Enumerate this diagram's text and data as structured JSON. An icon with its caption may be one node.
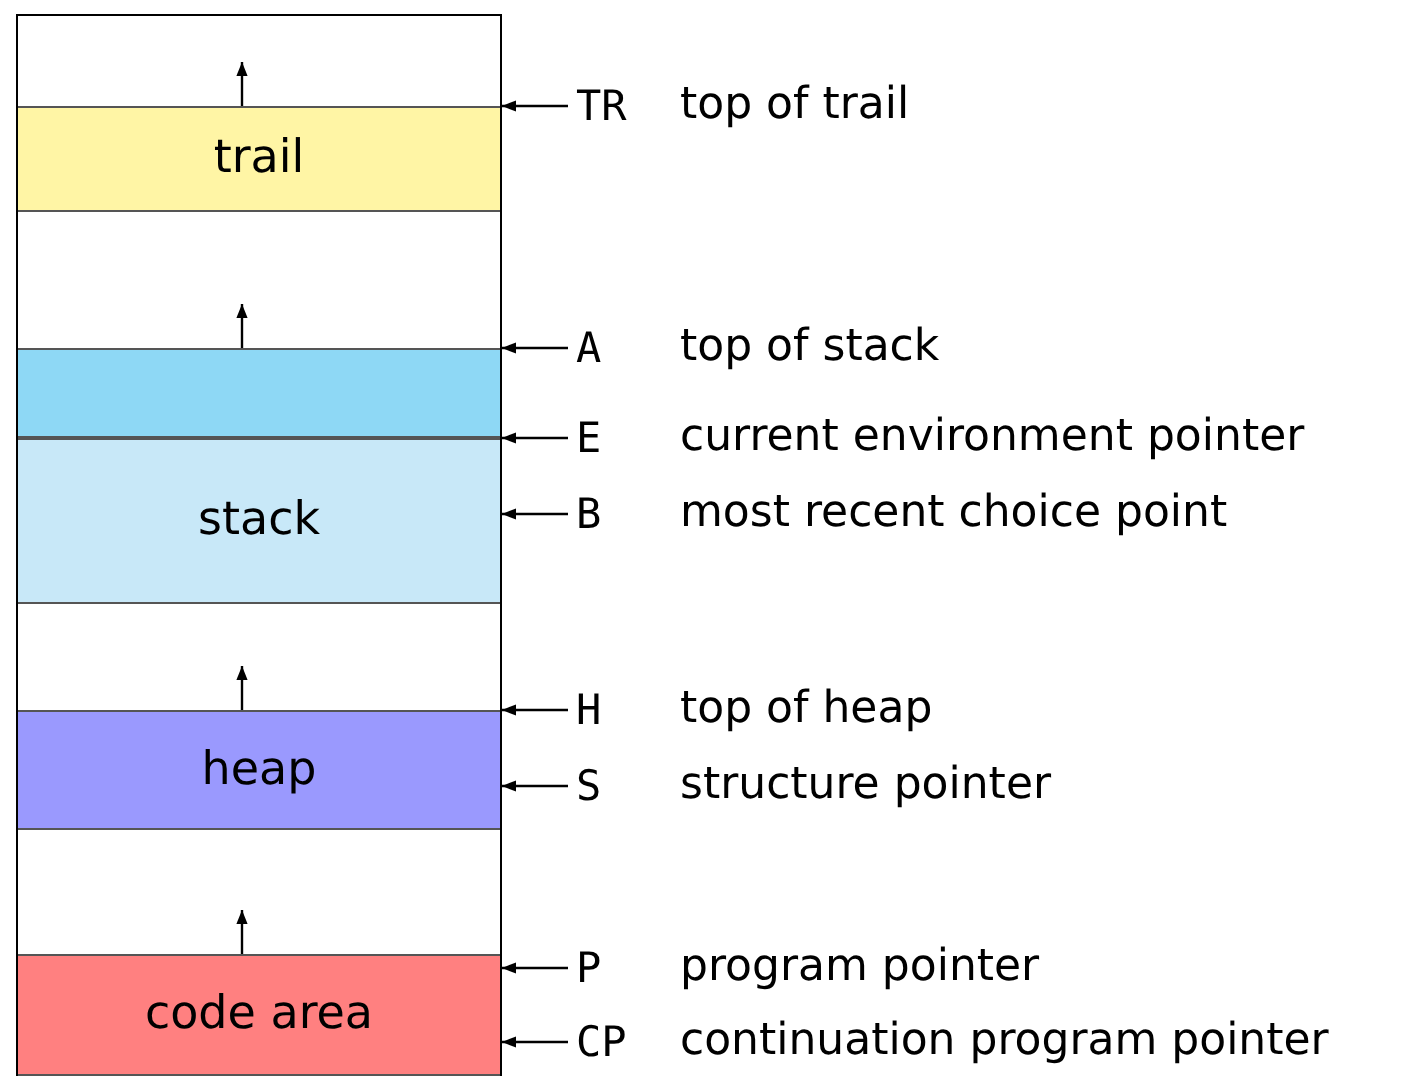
{
  "diagram": {
    "nodes": [
      {
        "text": [],
        "shape": "box"
      },
      {
        "text": [
          "trail"
        ],
        "in": 0
      },
      {
        "text": [],
        "shape": "box",
        "in": 0
      },
      {
        "text": [
          "stack"
        ],
        "in": 0
      },
      {
        "text": [
          "heap"
        ],
        "in": 0
      },
      {
        "text": [
          "code area"
        ],
        "in": 0
      },
      {
        "text": [
          "TR"
        ],
        "beside": [
          "top of trail"
        ]
      },
      {
        "text": [
          "A"
        ],
        "beside": [
          "top of stack"
        ]
      },
      {
        "text": [
          "E"
        ],
        "beside": [
          "current environment pointer"
        ]
      },
      {
        "text": [
          "B"
        ],
        "beside": [
          "most recent choice point"
        ]
      },
      {
        "text": [
          "H"
        ],
        "beside": [
          "top of heap"
        ]
      },
      {
        "text": [
          "S"
        ],
        "beside": [
          "structure pointer"
        ]
      },
      {
        "text": [
          "P"
        ],
        "beside": [
          "program pointer"
        ]
      },
      {
        "text": [
          "CP"
        ],
        "beside": [
          "continuation program pointer"
        ]
      }
    ],
    "edges": [
      {
        "from": 6,
        "to": 1,
        "arrow": "to"
      },
      {
        "from": 7,
        "to": 2,
        "arrow": "to"
      },
      {
        "from": 8,
        "to": 3,
        "arrow": "to"
      },
      {
        "from": 9,
        "to": 3,
        "arrow": "to"
      },
      {
        "from": 10,
        "to": 4,
        "arrow": "to"
      },
      {
        "from": 11,
        "to": 4,
        "arrow": "to"
      },
      {
        "from": 12,
        "to": 5,
        "arrow": "to"
      },
      {
        "from": 13,
        "to": 5,
        "arrow": "to"
      },
      {
        "from": 1,
        "to": null,
        "arrow": "to"
      },
      {
        "from": 2,
        "to": null,
        "arrow": "to"
      },
      {
        "from": 4,
        "to": null,
        "arrow": "to"
      },
      {
        "from": 5,
        "to": null,
        "arrow": "to"
      }
    ]
  }
}
